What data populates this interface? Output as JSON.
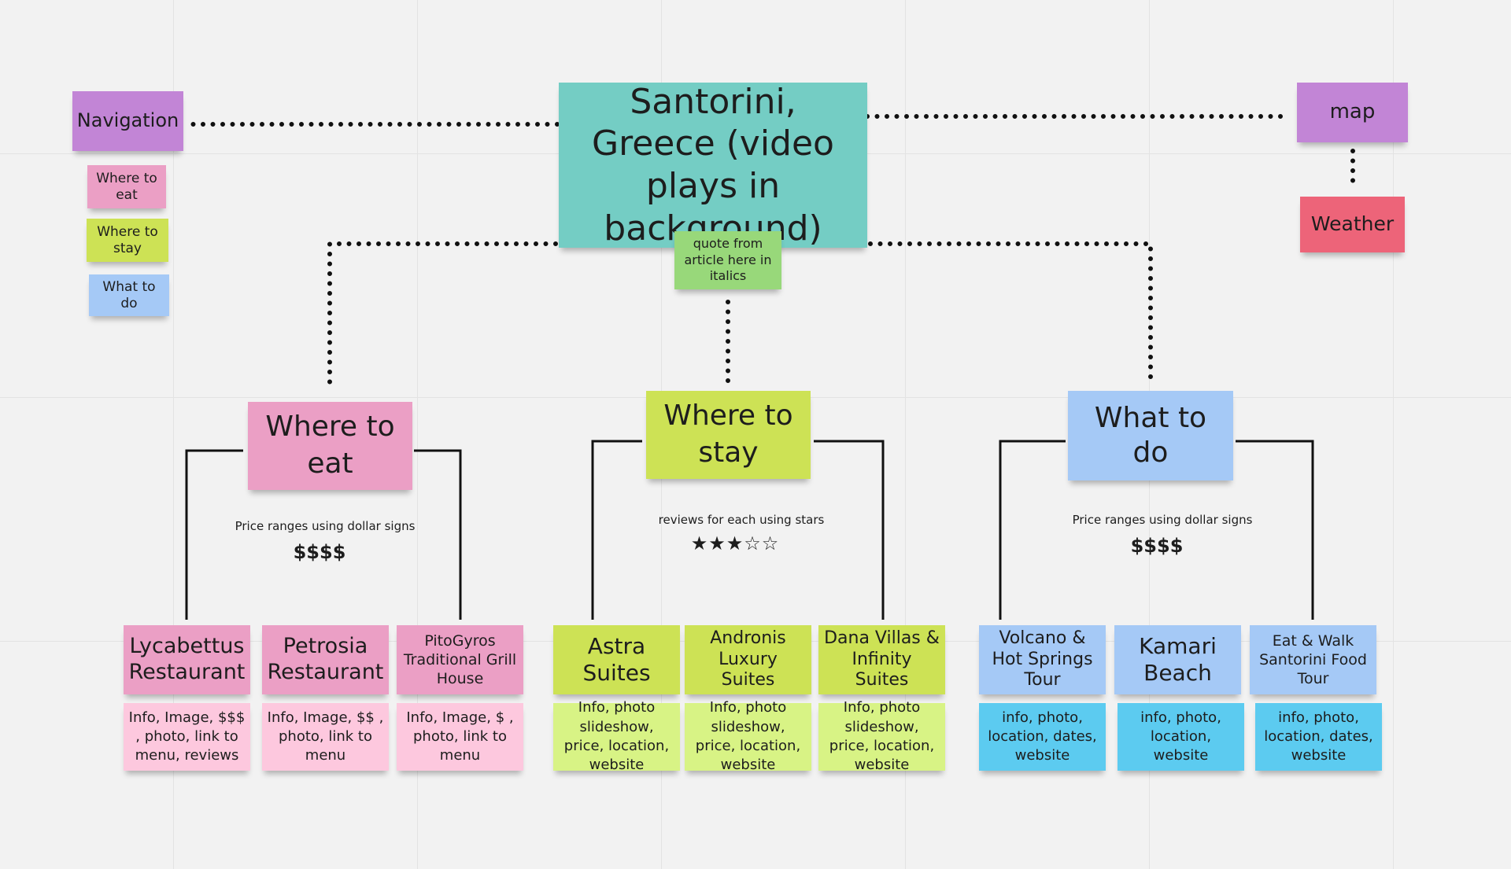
{
  "board": {
    "title": "Santorini, Greece (video plays in background)",
    "quote_note": "quote from article here in italics",
    "navigation": {
      "label": "Navigation",
      "items": [
        "Where to eat",
        "Where to stay",
        "What to do"
      ]
    },
    "map_label": "map",
    "weather_label": "Weather"
  },
  "sections": {
    "eat": {
      "title": "Where to eat",
      "note": "Price ranges using dollar signs",
      "rating": "$$$$",
      "cards": [
        {
          "name": "Lycabettus Restaurant",
          "details": "Info, Image, $$$ , photo, link to menu, reviews"
        },
        {
          "name": "Petrosia Restaurant",
          "details": "Info, Image, $$ , photo, link to menu"
        },
        {
          "name": "PitoGyros Traditional Grill House",
          "details": "Info, Image, $ , photo, link to menu"
        }
      ]
    },
    "stay": {
      "title": "Where to stay",
      "note": "reviews for each using stars",
      "rating": "★★★☆☆",
      "cards": [
        {
          "name": "Astra Suites",
          "details": "Info, photo slideshow, price, location, website"
        },
        {
          "name": "Andronis Luxury Suites",
          "details": "Info, photo slideshow, price, location, website"
        },
        {
          "name": "Dana Villas & Infinity Suites",
          "details": "Info, photo slideshow, price, location, website"
        }
      ]
    },
    "do": {
      "title": "What to do",
      "note": "Price ranges using dollar signs",
      "rating": "$$$$",
      "cards": [
        {
          "name": "Volcano & Hot Springs Tour",
          "details": "info, photo, location, dates, website"
        },
        {
          "name": "Kamari Beach",
          "details": "info, photo, location, website"
        },
        {
          "name": "Eat & Walk Santorini Food Tour",
          "details": "info, photo, location, dates, website"
        }
      ]
    }
  },
  "colors": {
    "purple": "#c285d6",
    "teal": "#74cdc4",
    "pink": "#eb9fc5",
    "lime": "#cde255",
    "light_blue": "#a5c9f6",
    "red": "#ed6479",
    "green": "#98d87a",
    "light_pink": "#fdc8de",
    "light_lime": "#d8f385",
    "cyan": "#5ccbf0"
  }
}
